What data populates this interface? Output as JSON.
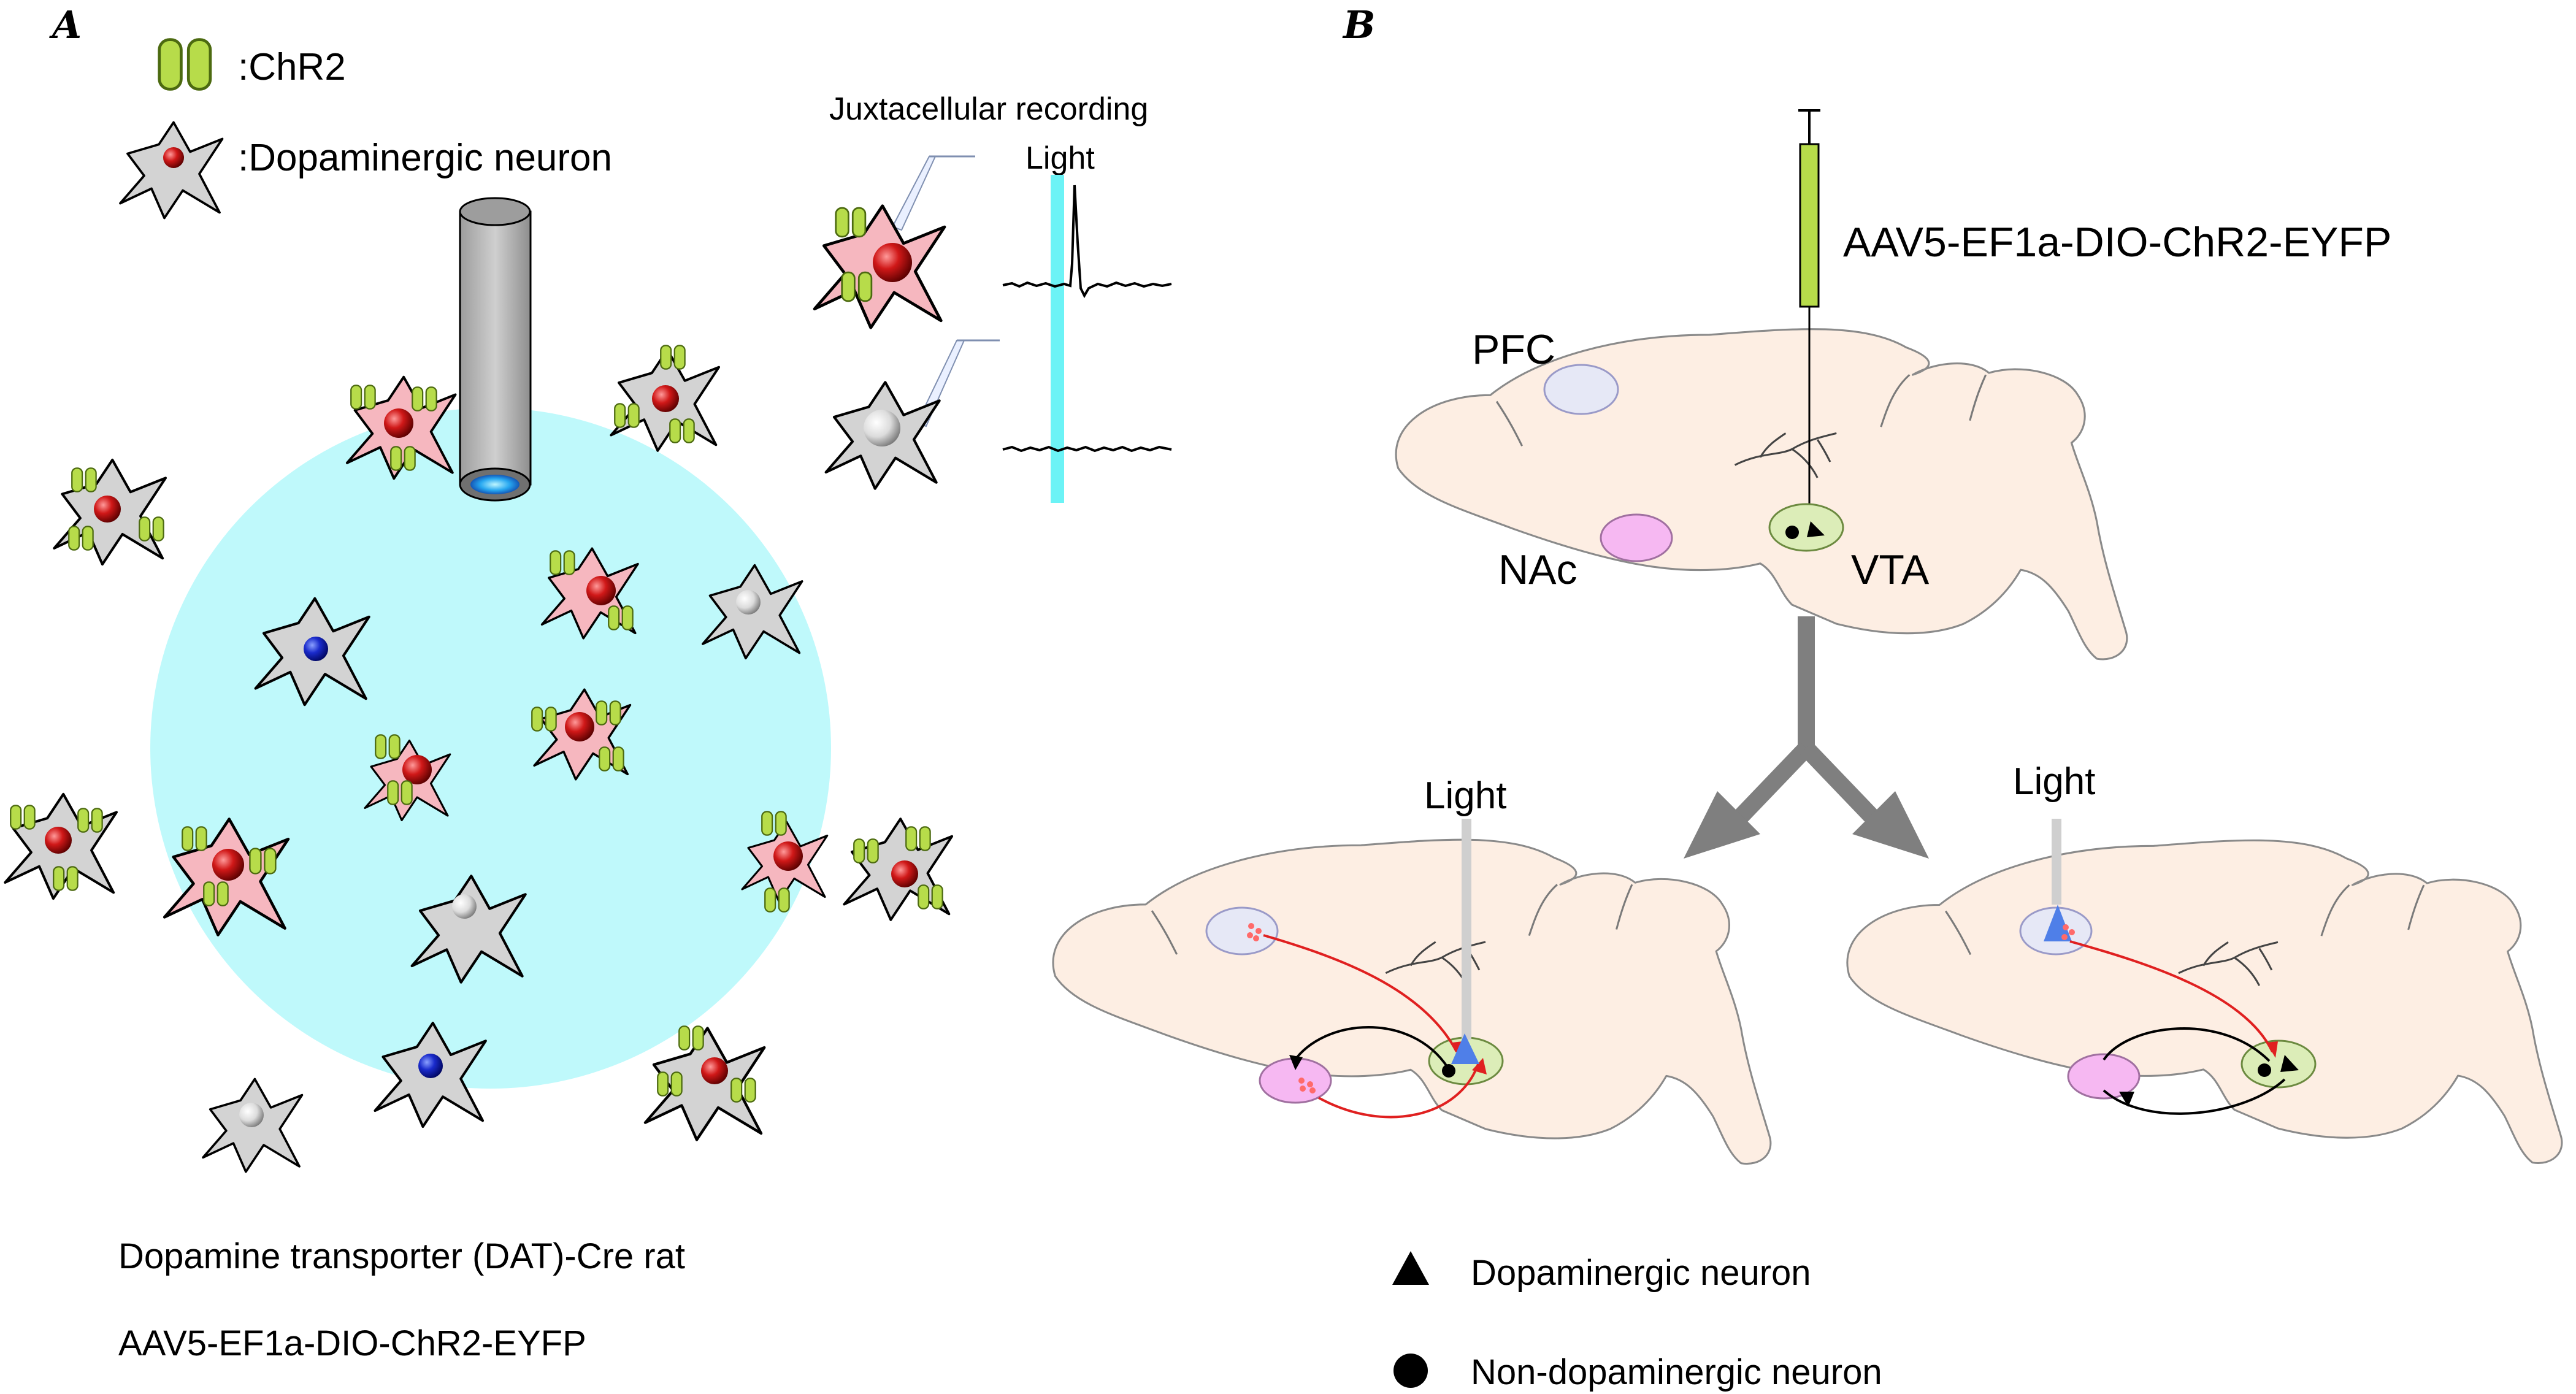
{
  "panel_a": {
    "letter": "A",
    "legend": {
      "chr2": ":ChR2",
      "da_neuron": ":Dopaminergic neuron"
    },
    "recording_title": "Juxtacellular recording",
    "light": "Light",
    "caption_line1": "Dopamine transporter (DAT)-Cre rat",
    "caption_line2": "AAV5-EF1a-DIO-ChR2-EYFP"
  },
  "panel_b": {
    "letter": "B",
    "virus": "AAV5-EF1a-DIO-ChR2-EYFP",
    "regions": {
      "pfc": "PFC",
      "nac": "NAc",
      "vta": "VTA"
    },
    "light_left": "Light",
    "light_right": "Light",
    "legend": {
      "triangle": "Dopaminergic neuron",
      "circle": "Non-dopaminergic neuron"
    }
  },
  "colors": {
    "light_field": "#bff9fb",
    "brain": "#fdeee3",
    "chr2": "#b7dc4a",
    "da_cell": "#f6b7bf",
    "non_da_cell": "#d3d3d3",
    "pfc": "#e6e8f6",
    "nac": "#f6b8f2",
    "vta": "#dcedb8",
    "projection": "#e02020",
    "arrow": "#7f7f7f"
  }
}
